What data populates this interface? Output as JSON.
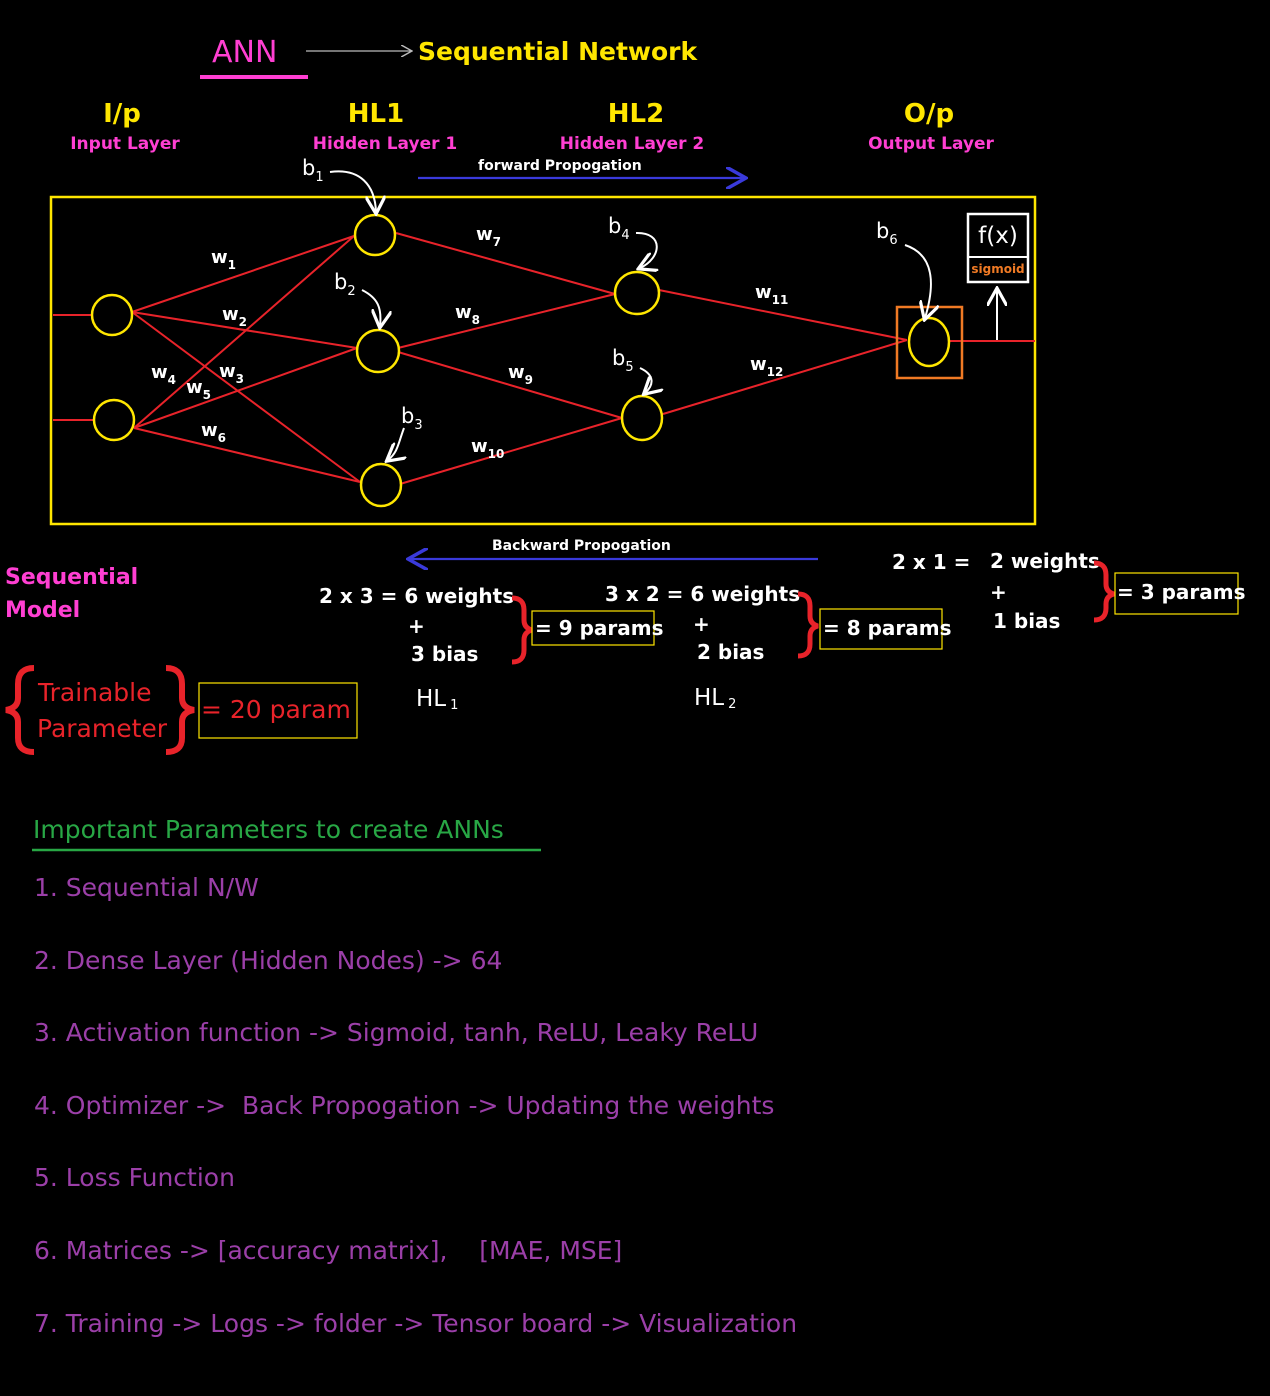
{
  "header": {
    "title": "ANN",
    "network": "Sequential Network"
  },
  "layers": [
    {
      "short": "I/p",
      "long": "Input Layer"
    },
    {
      "short": "HL1",
      "long": "Hidden Layer 1"
    },
    {
      "short": "HL2",
      "long": "Hidden Layer 2"
    },
    {
      "short": "O/p",
      "long": "Output Layer"
    }
  ],
  "arrows": {
    "forward": "forward Propogation",
    "backward": "Backward Propogation"
  },
  "weights": [
    "w",
    "1",
    "2",
    "3",
    "4",
    "5",
    "6",
    "7",
    "8",
    "9",
    "10",
    "11",
    "12"
  ],
  "biases": [
    "b",
    "1",
    "2",
    "3",
    "4",
    "5",
    "6"
  ],
  "activation": {
    "fx": "f(x)",
    "name": "sigmoid"
  },
  "calc": {
    "hl1": {
      "formula": "2 x 3 = 6 weights",
      "plus": "+",
      "bias": "3 bias",
      "params": "= 9 params",
      "label": "HL",
      "sub": "1"
    },
    "hl2": {
      "formula": "3 x 2 = 6 weights",
      "plus": "+",
      "bias": "2 bias",
      "params": "= 8 params",
      "label": "HL",
      "sub": "2"
    },
    "out": {
      "formula_a": "2 x 1 =",
      "formula_b": "2 weights",
      "plus": "+",
      "bias": "1 bias",
      "params": "= 3 params"
    }
  },
  "model": {
    "line1": "Sequential",
    "line2": "Model"
  },
  "trainable": {
    "line1": "Trainable",
    "line2": "Parameter",
    "total": "= 20 param"
  },
  "important": {
    "heading": "Important Parameters to create ANNs",
    "items": [
      "1. Sequential N/W",
      "2. Dense Layer (Hidden Nodes) -> 64",
      "3. Activation function -> Sigmoid, tanh, ReLU, Leaky ReLU",
      "4. Optimizer ->  Back Propogation -> Updating the weights",
      "5. Loss Function",
      "6. Matrices -> [accuracy matrix],    [MAE, MSE]",
      "7. Training -> Logs -> folder -> Tensor board -> Visualization"
    ]
  },
  "colors": {
    "yellow": "#ffe600",
    "pink": "#ff3fd2",
    "red": "#e8232a",
    "blue": "#3a3adb",
    "white": "#ffffff",
    "orange": "#f07a24",
    "green": "#28a745",
    "purple": "#9b3fa8"
  }
}
